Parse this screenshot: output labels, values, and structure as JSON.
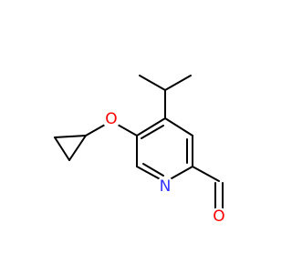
{
  "molecule": {
    "atoms": {
      "ring_nitrogen": {
        "symbol": "N",
        "color": "#3333ff"
      },
      "ether_oxygen": {
        "symbol": "O",
        "color": "#ff0000"
      },
      "aldehyde_oxygen": {
        "symbol": "O",
        "color": "#ff0000"
      }
    },
    "bond_color": "#000000"
  }
}
